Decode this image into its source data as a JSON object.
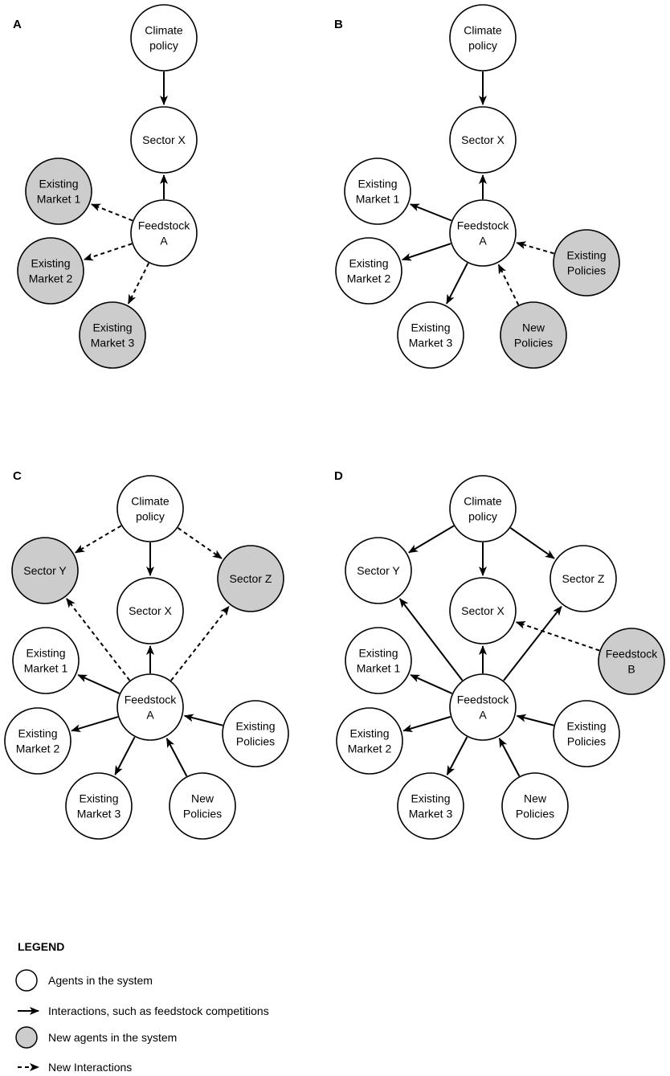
{
  "colors": {
    "agent_fill": "#ffffff",
    "new_agent_fill": "#cccccc",
    "stroke": "#000000"
  },
  "panels": [
    {
      "label": "A",
      "nodes": {
        "climate": {
          "lines": [
            "Climate",
            "policy"
          ],
          "new": false
        },
        "sx": {
          "lines": [
            "Sector X"
          ],
          "new": false
        },
        "fa": {
          "lines": [
            "Feedstock",
            "A"
          ],
          "new": false
        },
        "em1": {
          "lines": [
            "Existing",
            "Market 1"
          ],
          "new": true
        },
        "em2": {
          "lines": [
            "Existing",
            "Market 2"
          ],
          "new": true
        },
        "em3": {
          "lines": [
            "Existing",
            "Market 3"
          ],
          "new": true
        }
      },
      "edges": [
        {
          "from": "climate",
          "to": "sx",
          "dashed": false
        },
        {
          "from": "fa",
          "to": "sx",
          "dashed": false
        },
        {
          "from": "fa",
          "to": "em1",
          "dashed": true
        },
        {
          "from": "fa",
          "to": "em2",
          "dashed": true
        },
        {
          "from": "fa",
          "to": "em3",
          "dashed": true
        }
      ]
    },
    {
      "label": "B",
      "nodes": {
        "climate": {
          "lines": [
            "Climate",
            "policy"
          ],
          "new": false
        },
        "sx": {
          "lines": [
            "Sector X"
          ],
          "new": false
        },
        "fa": {
          "lines": [
            "Feedstock",
            "A"
          ],
          "new": false
        },
        "em1": {
          "lines": [
            "Existing",
            "Market 1"
          ],
          "new": false
        },
        "em2": {
          "lines": [
            "Existing",
            "Market 2"
          ],
          "new": false
        },
        "em3": {
          "lines": [
            "Existing",
            "Market 3"
          ],
          "new": false
        },
        "ep": {
          "lines": [
            "Existing",
            "Policies"
          ],
          "new": true
        },
        "np": {
          "lines": [
            "New",
            "Policies"
          ],
          "new": true
        }
      },
      "edges": [
        {
          "from": "climate",
          "to": "sx",
          "dashed": false
        },
        {
          "from": "fa",
          "to": "sx",
          "dashed": false
        },
        {
          "from": "fa",
          "to": "em1",
          "dashed": false
        },
        {
          "from": "fa",
          "to": "em2",
          "dashed": false
        },
        {
          "from": "fa",
          "to": "em3",
          "dashed": false
        },
        {
          "from": "ep",
          "to": "fa",
          "dashed": true
        },
        {
          "from": "np",
          "to": "fa",
          "dashed": true
        }
      ]
    },
    {
      "label": "C",
      "nodes": {
        "climate": {
          "lines": [
            "Climate",
            "policy"
          ],
          "new": false
        },
        "sy": {
          "lines": [
            "Sector Y"
          ],
          "new": true
        },
        "sx": {
          "lines": [
            "Sector X"
          ],
          "new": false
        },
        "sz": {
          "lines": [
            "Sector Z"
          ],
          "new": true
        },
        "fa": {
          "lines": [
            "Feedstock",
            "A"
          ],
          "new": false
        },
        "em1": {
          "lines": [
            "Existing",
            "Market 1"
          ],
          "new": false
        },
        "em2": {
          "lines": [
            "Existing",
            "Market 2"
          ],
          "new": false
        },
        "em3": {
          "lines": [
            "Existing",
            "Market 3"
          ],
          "new": false
        },
        "ep": {
          "lines": [
            "Existing",
            "Policies"
          ],
          "new": false
        },
        "np": {
          "lines": [
            "New",
            "Policies"
          ],
          "new": false
        }
      },
      "edges": [
        {
          "from": "climate",
          "to": "sx",
          "dashed": false
        },
        {
          "from": "climate",
          "to": "sy",
          "dashed": true
        },
        {
          "from": "climate",
          "to": "sz",
          "dashed": true
        },
        {
          "from": "fa",
          "to": "sx",
          "dashed": false
        },
        {
          "from": "fa",
          "to": "sy",
          "dashed": true
        },
        {
          "from": "fa",
          "to": "sz",
          "dashed": true
        },
        {
          "from": "fa",
          "to": "em1",
          "dashed": false
        },
        {
          "from": "fa",
          "to": "em2",
          "dashed": false
        },
        {
          "from": "fa",
          "to": "em3",
          "dashed": false
        },
        {
          "from": "ep",
          "to": "fa",
          "dashed": false
        },
        {
          "from": "np",
          "to": "fa",
          "dashed": false
        }
      ]
    },
    {
      "label": "D",
      "nodes": {
        "climate": {
          "lines": [
            "Climate",
            "policy"
          ],
          "new": false
        },
        "sy": {
          "lines": [
            "Sector Y"
          ],
          "new": false
        },
        "sx": {
          "lines": [
            "Sector X"
          ],
          "new": false
        },
        "sz": {
          "lines": [
            "Sector Z"
          ],
          "new": false
        },
        "fb": {
          "lines": [
            "Feedstock",
            "B"
          ],
          "new": true
        },
        "fa": {
          "lines": [
            "Feedstock",
            "A"
          ],
          "new": false
        },
        "em1": {
          "lines": [
            "Existing",
            "Market 1"
          ],
          "new": false
        },
        "em2": {
          "lines": [
            "Existing",
            "Market 2"
          ],
          "new": false
        },
        "em3": {
          "lines": [
            "Existing",
            "Market 3"
          ],
          "new": false
        },
        "ep": {
          "lines": [
            "Existing",
            "Policies"
          ],
          "new": false
        },
        "np": {
          "lines": [
            "New",
            "Policies"
          ],
          "new": false
        }
      },
      "edges": [
        {
          "from": "climate",
          "to": "sx",
          "dashed": false
        },
        {
          "from": "climate",
          "to": "sy",
          "dashed": false
        },
        {
          "from": "climate",
          "to": "sz",
          "dashed": false
        },
        {
          "from": "fa",
          "to": "sx",
          "dashed": false
        },
        {
          "from": "fa",
          "to": "sy",
          "dashed": false
        },
        {
          "from": "fa",
          "to": "sz",
          "dashed": false
        },
        {
          "from": "fa",
          "to": "em1",
          "dashed": false
        },
        {
          "from": "fa",
          "to": "em2",
          "dashed": false
        },
        {
          "from": "fa",
          "to": "em3",
          "dashed": false
        },
        {
          "from": "ep",
          "to": "fa",
          "dashed": false
        },
        {
          "from": "np",
          "to": "fa",
          "dashed": false
        },
        {
          "from": "fb",
          "to": "sx",
          "dashed": true
        }
      ]
    }
  ],
  "legend": {
    "title": "LEGEND",
    "items": [
      {
        "kind": "agent",
        "text": "Agents in the system"
      },
      {
        "kind": "arrow",
        "text": "Interactions, such as feedstock competitions"
      },
      {
        "kind": "new-agent",
        "text": "New agents in the system"
      },
      {
        "kind": "dashed-arrow",
        "text": "New Interactions"
      }
    ]
  }
}
